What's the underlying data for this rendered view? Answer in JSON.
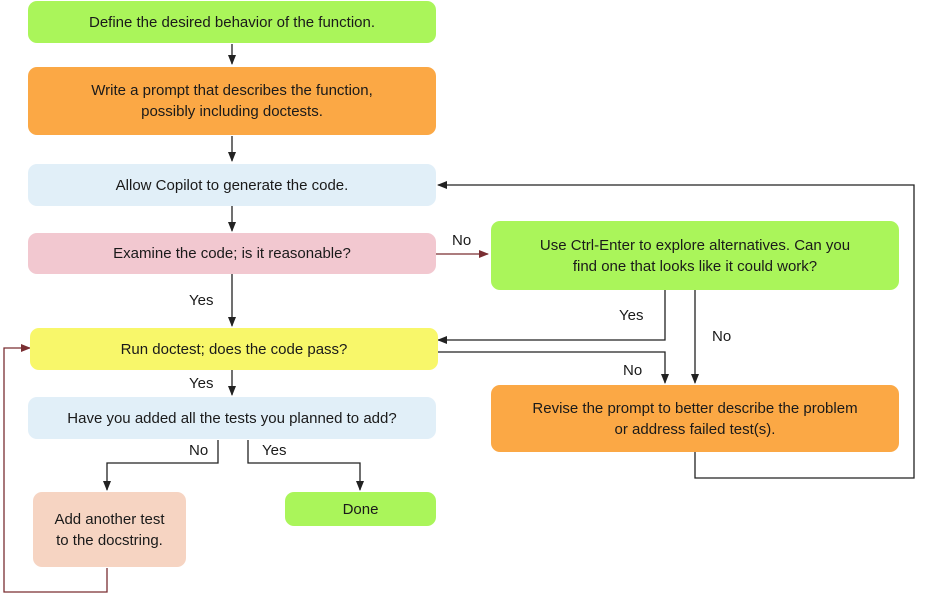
{
  "colors": {
    "green": "#aaf55a",
    "orange": "#fba845",
    "light_blue": "#e1eff8",
    "pink": "#f2c8d0",
    "yellow": "#f8f76a",
    "peach": "#f6d4c2",
    "dark_red_line": "#7a2e32",
    "black_line": "#222222"
  },
  "nodes": {
    "define": "Define the desired behavior of the function.",
    "write_prompt_1": "Write a prompt that describes the function,",
    "write_prompt_2": "possibly including doctests.",
    "allow_copilot": "Allow Copilot to generate the code.",
    "examine": "Examine the code; is it reasonable?",
    "ctrl_enter_1": "Use Ctrl-Enter to explore alternatives. Can you",
    "ctrl_enter_2": "find one that looks like it could work?",
    "run_doctest": "Run doctest; does the code pass?",
    "added_all": "Have you added all the tests you planned to add?",
    "revise_1": "Revise the prompt to better describe the problem",
    "revise_2": "or address failed test(s).",
    "add_test_1": "Add another test",
    "add_test_2": "to the docstring.",
    "done": "Done"
  },
  "edge_labels": {
    "examine_no": "No",
    "examine_yes": "Yes",
    "ctrl_yes": "Yes",
    "ctrl_no": "No",
    "run_no": "No",
    "run_yes": "Yes",
    "added_no": "No",
    "added_yes": "Yes"
  }
}
